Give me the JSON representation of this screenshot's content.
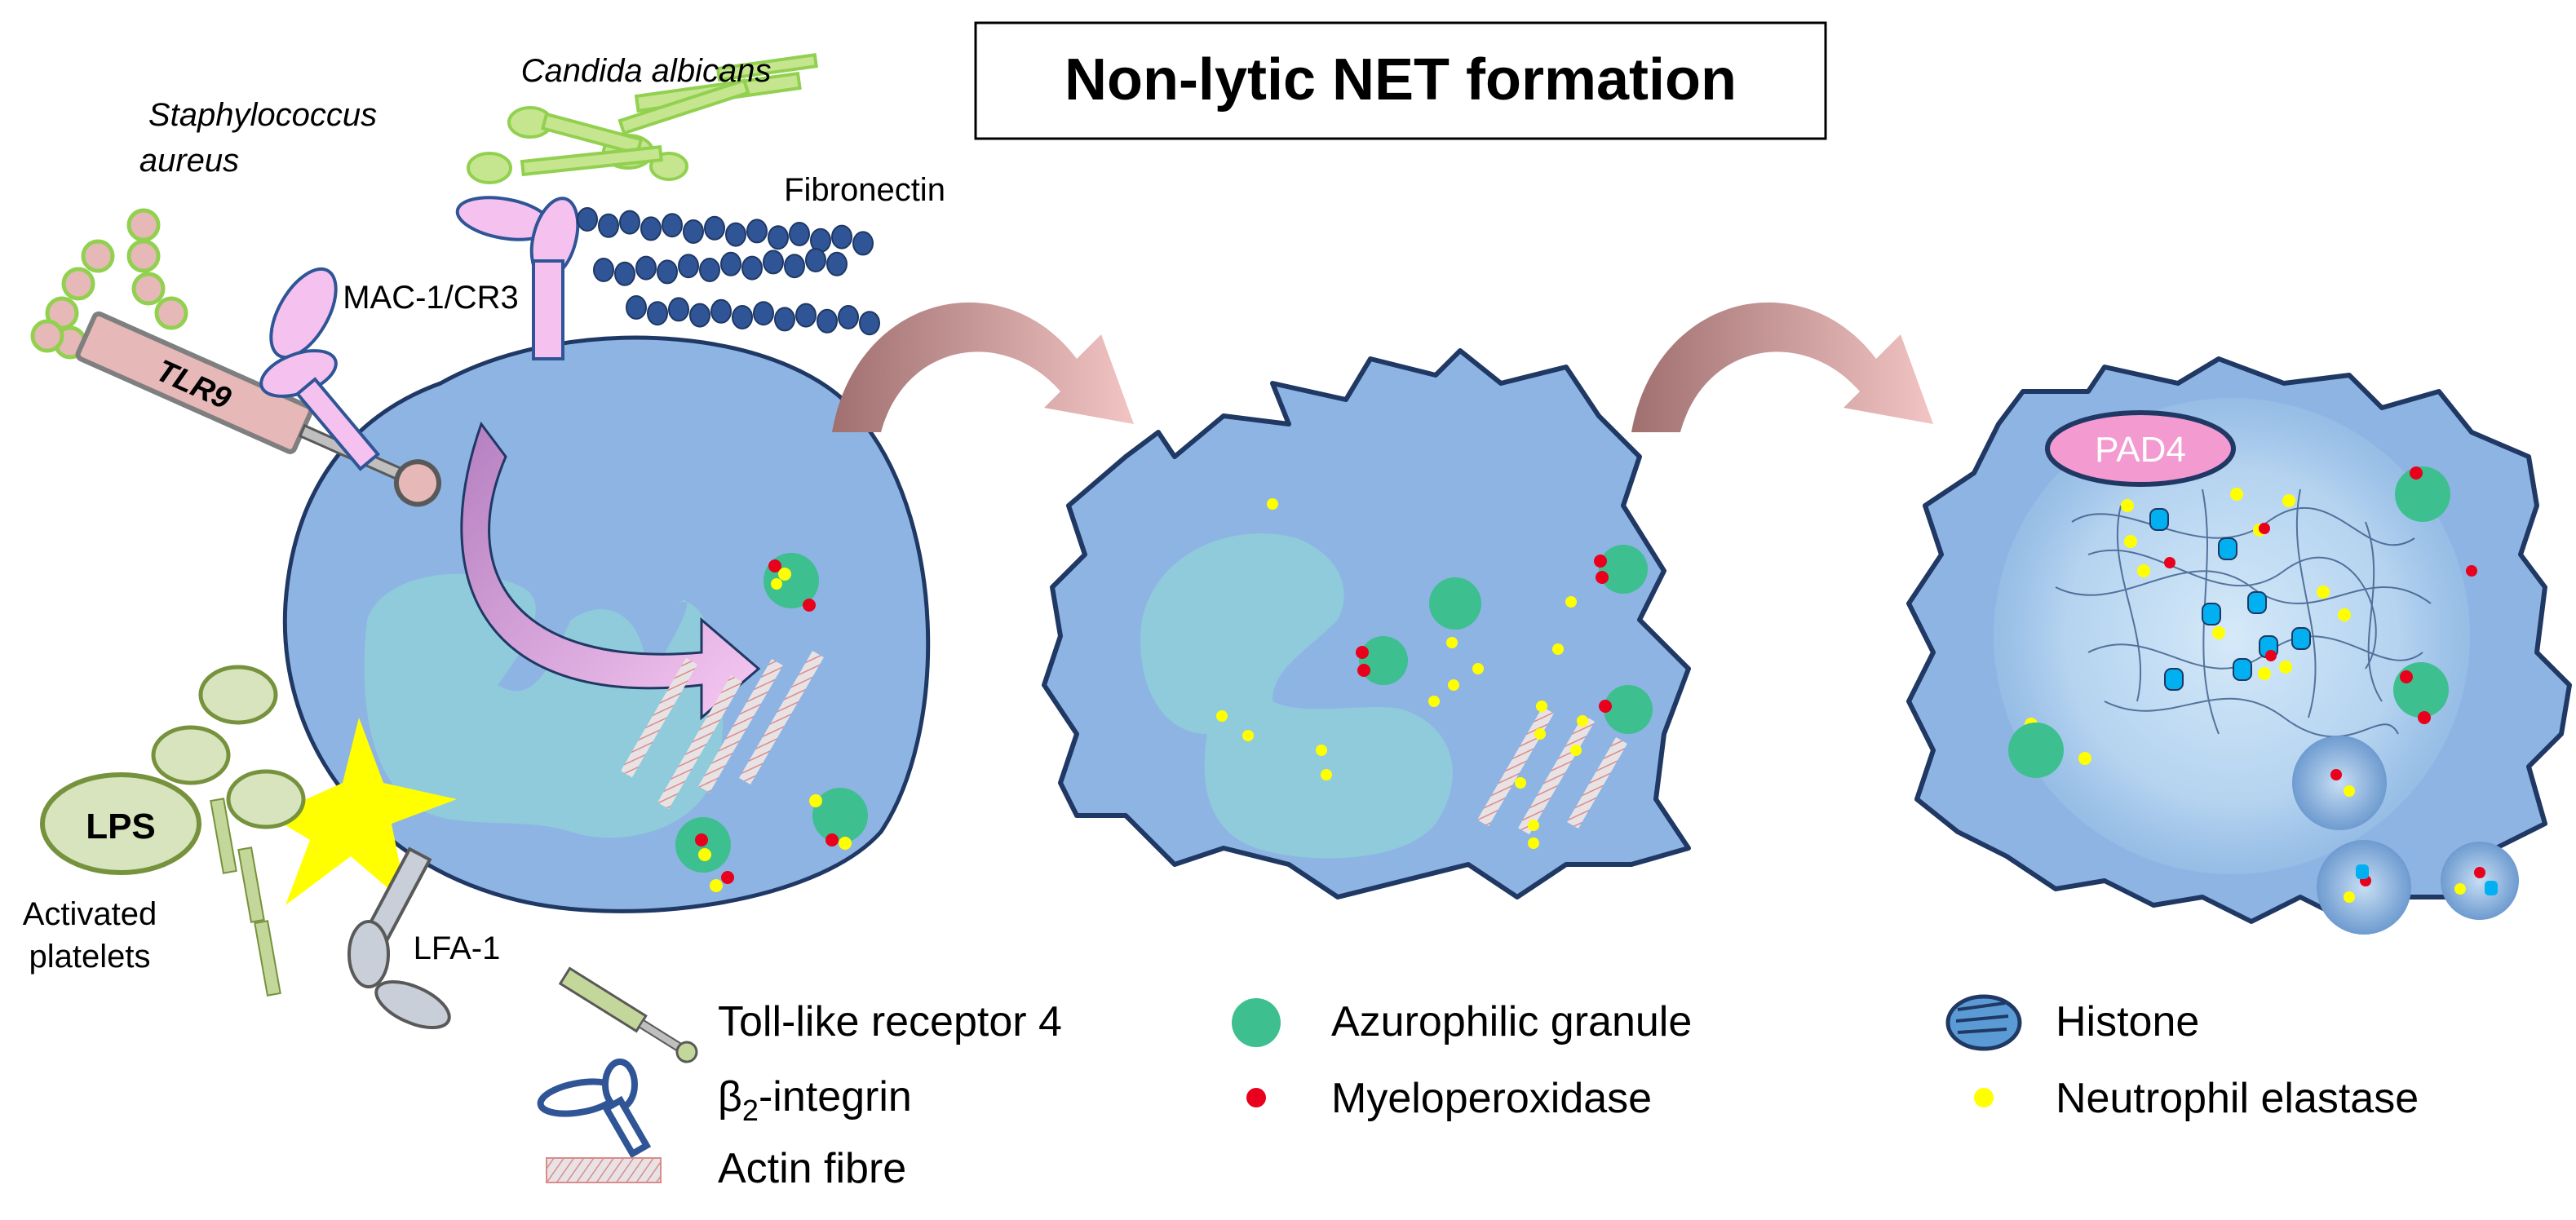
{
  "title": "Non-lytic NET formation",
  "labels": {
    "staph_line1": "Staphylococcus",
    "staph_line2": "aureus",
    "candida": "Candida albicans",
    "fibronectin": "Fibronectin",
    "mac1": "MAC-1/CR3",
    "tlr9": "TLR9",
    "lps": "LPS",
    "platelets_line1": "Activated",
    "platelets_line2": "platelets",
    "lfa1": "LFA-1",
    "pad4": "PAD4"
  },
  "legend": {
    "tlr4": "Toll-like receptor 4",
    "b2_prefix": "β",
    "b2_sub": "2",
    "b2_suffix": "-integrin",
    "actin": "Actin fibre",
    "azurophilic": "Azurophilic granule",
    "mpo": "Myeloperoxidase",
    "histone": "Histone",
    "elastase": "Neutrophil elastase"
  },
  "colors": {
    "cell_fill": "#8eb4e3",
    "cell_stroke": "#1f3864",
    "nucleus": "#8fcfd9",
    "granule": "#3dbf8f",
    "mpo": "#e8001c",
    "elastase": "#ffff00",
    "receptor_pink": "#f5c2f0",
    "candida_green": "#c6e58f",
    "staph_fill": "#e6b9b8",
    "staph_stroke": "#92d050",
    "fibronectin": "#2f5597",
    "platelet_yellow": "#ffff00",
    "lps_fill": "#d7e4bd",
    "lfa_grey": "#c9cfd8",
    "pad4_fill": "#f39ad1",
    "histone_cyan": "#00b0f0",
    "arrow_brown": "#c29a9a"
  }
}
